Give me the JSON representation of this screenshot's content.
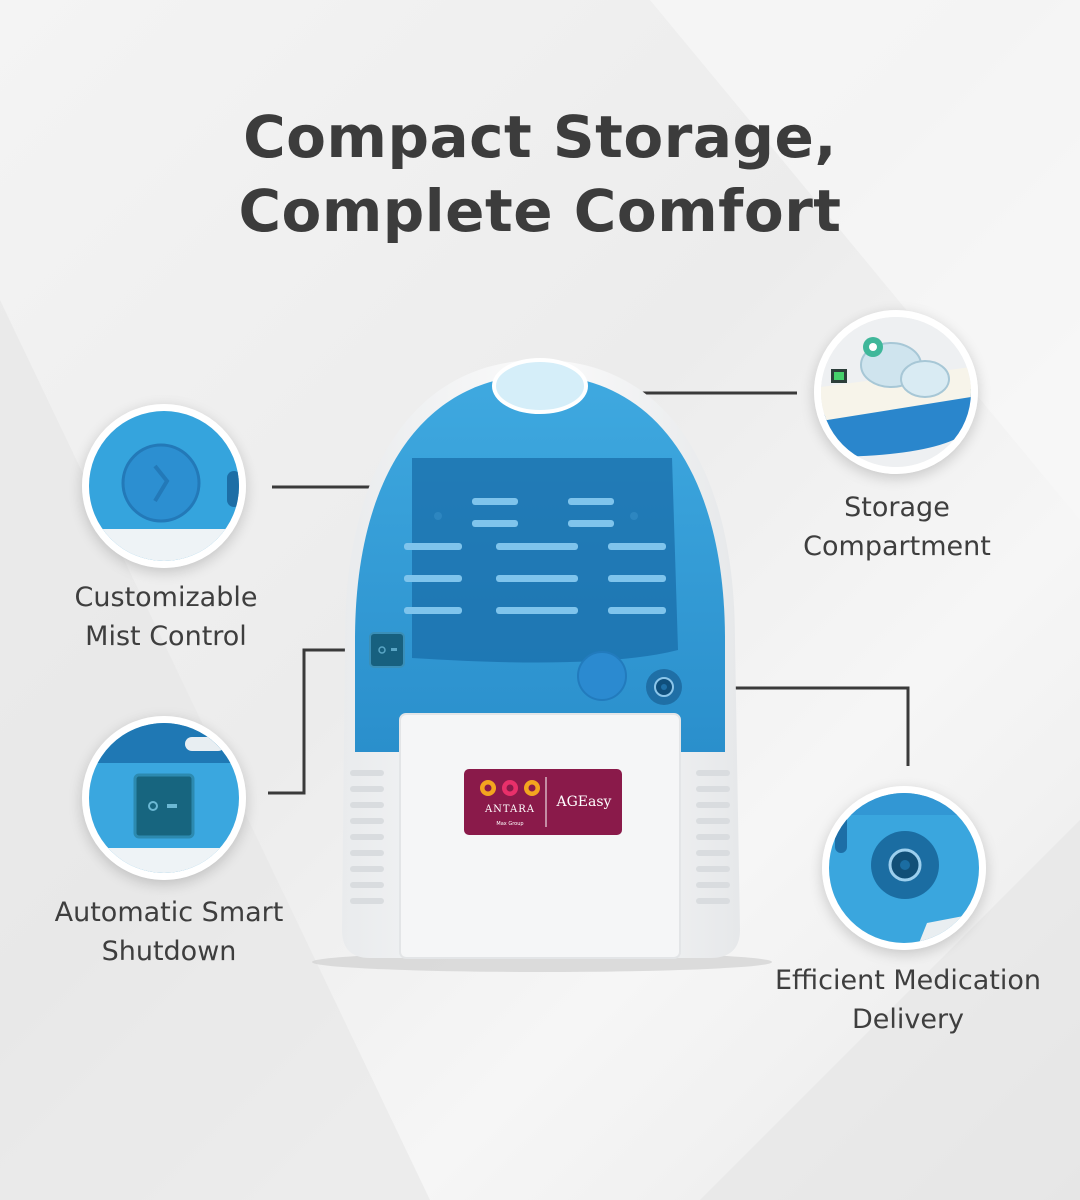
{
  "title": {
    "line1": "Compact Storage,",
    "line2": "Complete Comfort"
  },
  "callouts": {
    "mist_control": {
      "line1": "Customizable",
      "line2": "Mist Control"
    },
    "smart_shutdown": {
      "line1": "Automatic Smart",
      "line2": "Shutdown"
    },
    "storage": {
      "line1": "Storage",
      "line2": "Compartment"
    },
    "medication": {
      "line1": "Efficient Medication",
      "line2": "Delivery"
    }
  },
  "badge": {
    "brand_left": "ANTARA",
    "brand_sub": "Max Group",
    "brand_right": "AGEasy"
  },
  "colors": {
    "device_blue": "#2f9bd6",
    "device_white": "#f6f7f8",
    "badge_bg": "#8a1a4a",
    "leader_line": "#3a3a3a",
    "text": "#3c3c3c"
  }
}
